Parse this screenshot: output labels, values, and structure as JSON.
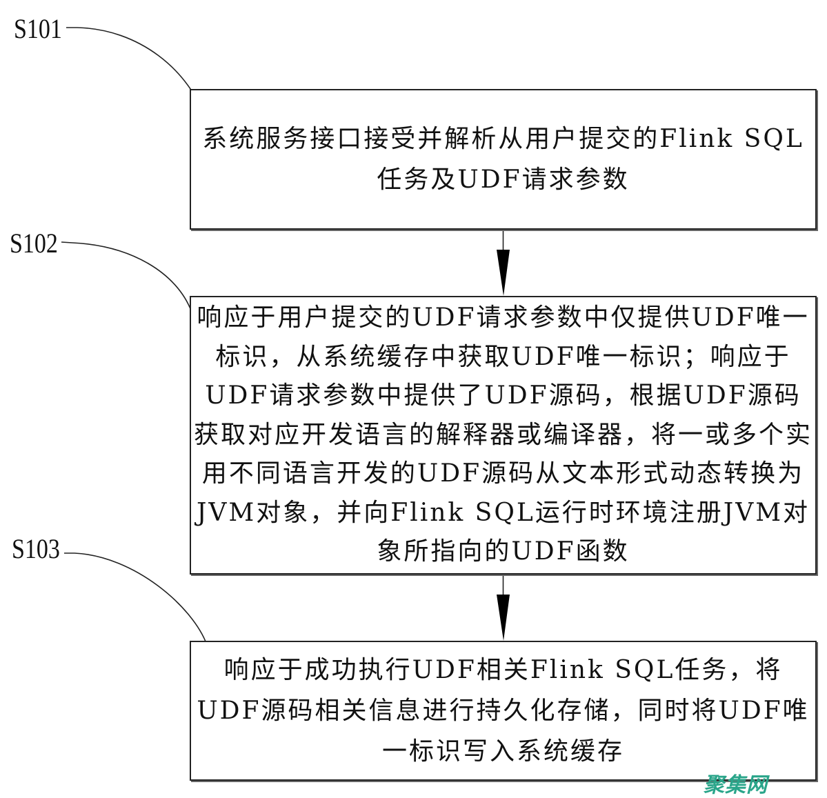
{
  "diagram": {
    "type": "flowchart",
    "steps": [
      {
        "id": "S101",
        "label": "S101",
        "text": "系统服务接口接受并解析从用户提交的Flink SQL任务及UDF请求参数"
      },
      {
        "id": "S102",
        "label": "S102",
        "text": "响应于用户提交的UDF请求参数中仅提供UDF唯一标识，从系统缓存中获取UDF唯一标识；响应于UDF请求参数中提供了UDF源码，根据UDF源码获取对应开发语言的解释器或编译器，将一或多个实用不同语言开发的UDF源码从文本形式动态转换为JVM对象，并向Flink SQL运行时环境注册JVM对象所指向的UDF函数"
      },
      {
        "id": "S103",
        "label": "S103",
        "text": "响应于成功执行UDF相关Flink SQL任务，将UDF源码相关信息进行持久化存储，同时将UDF唯一标识写入系统缓存"
      }
    ],
    "edges": [
      {
        "from": "S101",
        "to": "S102"
      },
      {
        "from": "S102",
        "to": "S103"
      }
    ]
  },
  "watermark": {
    "text": "聚集网",
    "color": "#2aa58a"
  }
}
